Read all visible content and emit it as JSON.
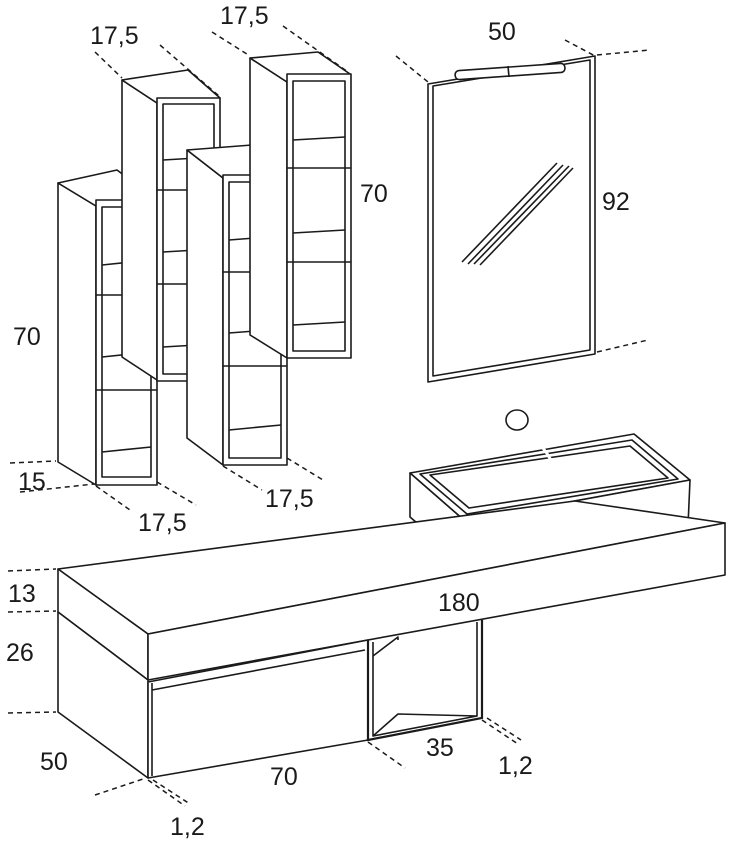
{
  "dimensions": {
    "top_left_width": "17,5",
    "top_right_width": "17,5",
    "mirror_width": "50",
    "shelf_right_height": "70",
    "mirror_height": "92",
    "shelf_left_height": "70",
    "shelf_depth": "15",
    "shelf_bottom_width_left": "17,5",
    "shelf_bottom_width_right": "17,5",
    "top_thickness": "13",
    "top_length": "180",
    "drawer_height": "26",
    "unit_depth": "50",
    "drawer_width": "70",
    "open_width": "35",
    "panel_right": "1,2",
    "panel_left": "1,2"
  }
}
